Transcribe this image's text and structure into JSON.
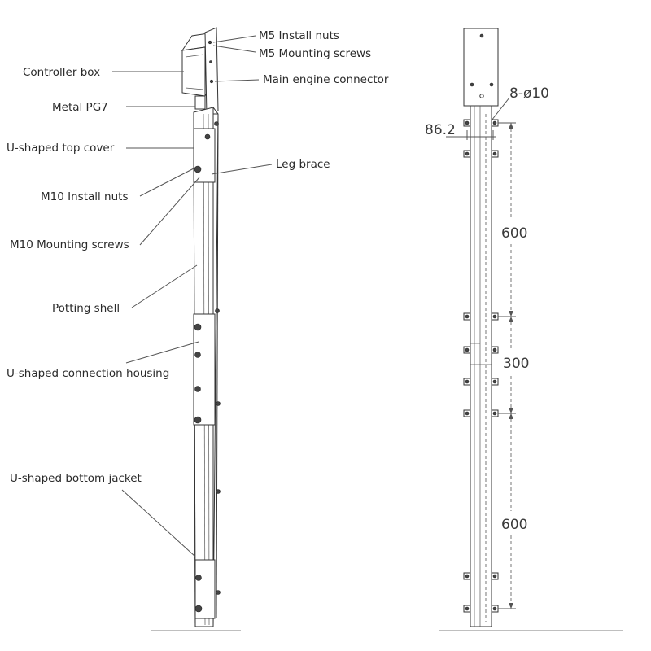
{
  "labels": {
    "m5_nuts": "M5 Install nuts",
    "m5_screws": "M5 Mounting screws",
    "controller_box": "Controller box",
    "main_connector": "Main engine connector",
    "metal_pg7": "Metal PG7",
    "u_top_cover": "U-shaped top cover",
    "leg_brace": "Leg brace",
    "m10_nuts": "M10 Install nuts",
    "m10_screws": "M10 Mounting screws",
    "potting_shell": "Potting shell",
    "u_connection_housing": "U-shaped connection housing",
    "u_bottom_jacket": "U-shaped bottom jacket"
  },
  "dimensions": {
    "holes": "8-ø10",
    "offset": "86.2",
    "span_top": "600",
    "span_mid": "300",
    "span_bottom": "600"
  }
}
